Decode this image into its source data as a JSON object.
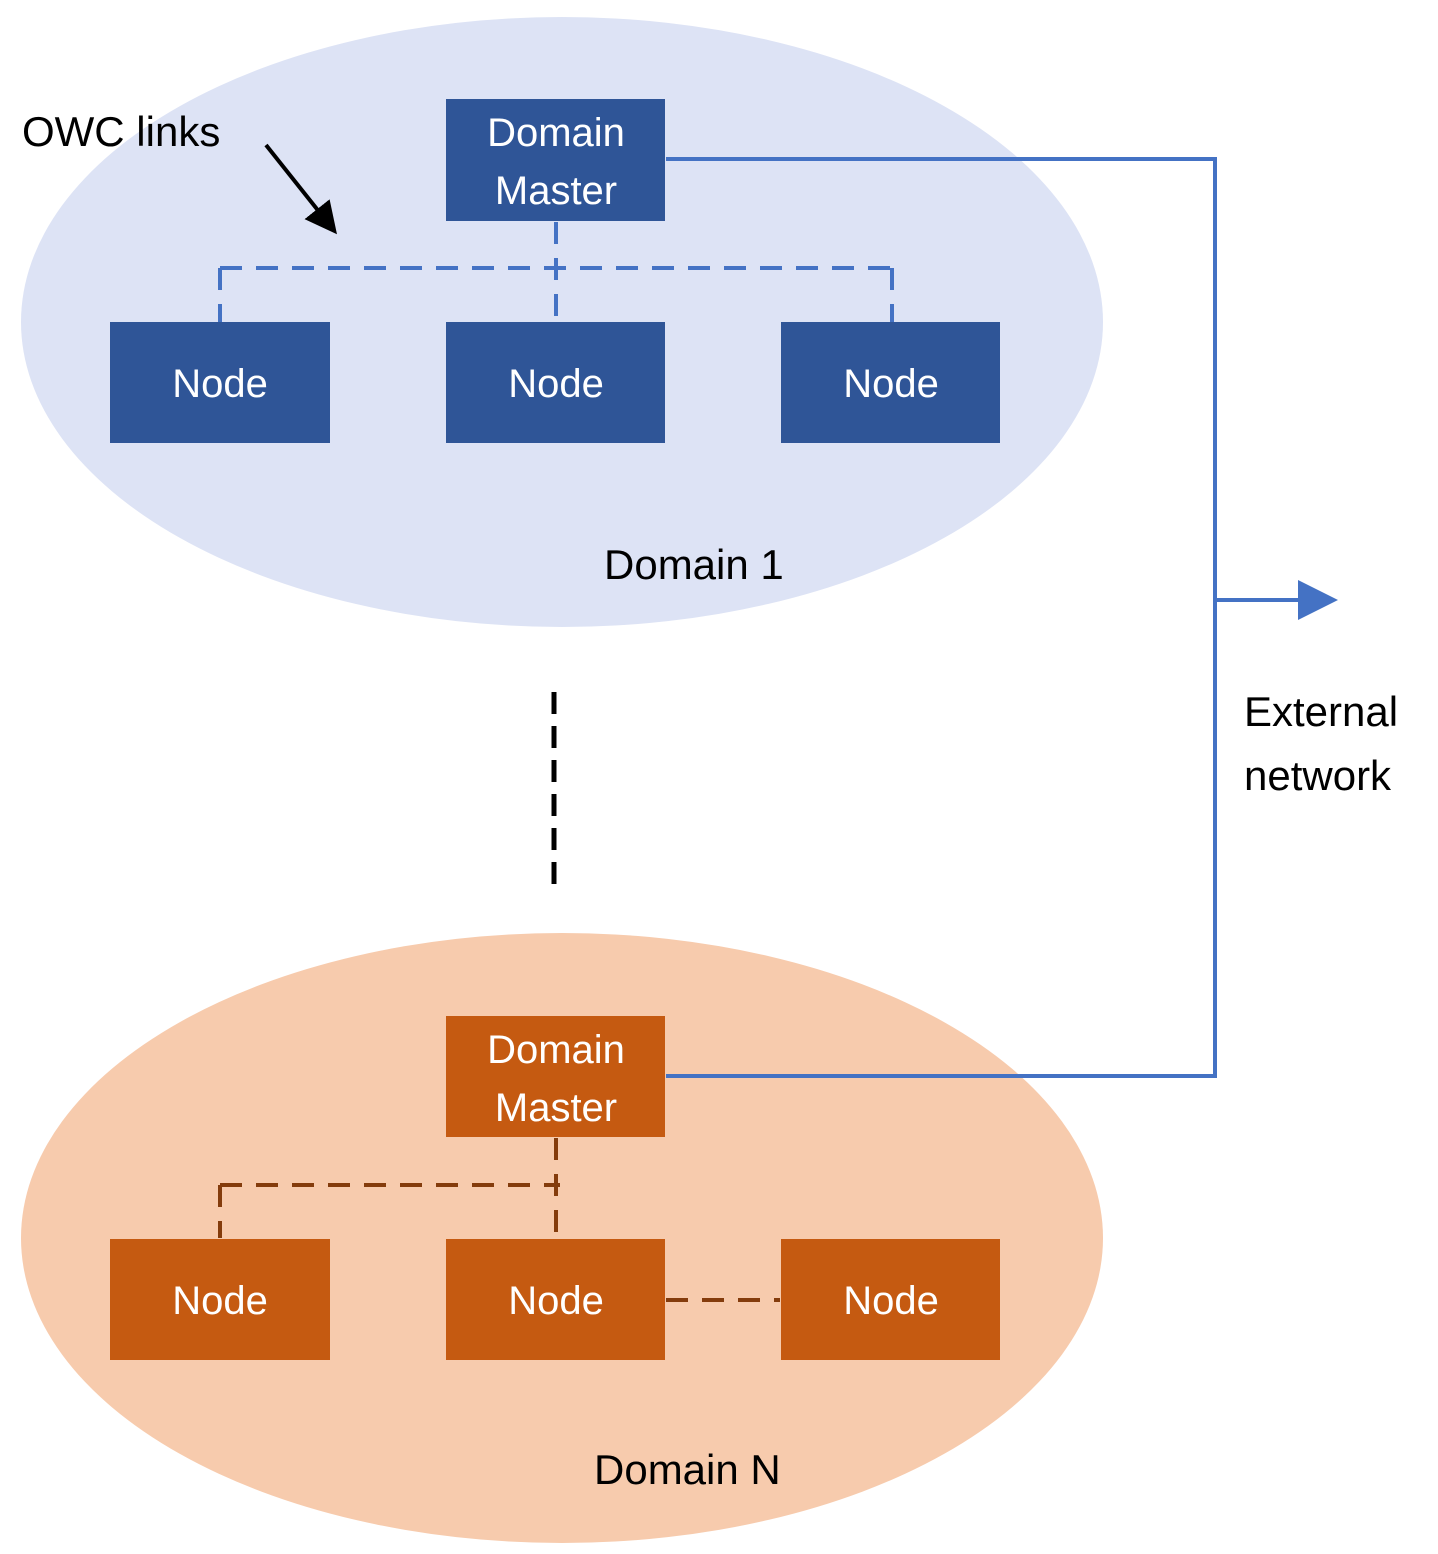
{
  "diagram": {
    "owc_label": "OWC links",
    "external_label_line1": "External",
    "external_label_line2": "network",
    "domain1": {
      "label": "Domain 1",
      "master_line1": "Domain",
      "master_line2": "Master",
      "nodes": [
        "Node",
        "Node",
        "Node"
      ]
    },
    "domainN": {
      "label": "Domain N",
      "master_line1": "Domain",
      "master_line2": "Master",
      "nodes": [
        "Node",
        "Node",
        "Node"
      ]
    },
    "colors": {
      "domain1_area": "#dde3f5",
      "domain1_box": "#2f5597",
      "domain1_link": "#4472c4",
      "domainN_area": "#f7cbad",
      "domainN_box": "#c55a11",
      "domainN_link": "#843c0c",
      "external_link": "#4472c4"
    }
  }
}
